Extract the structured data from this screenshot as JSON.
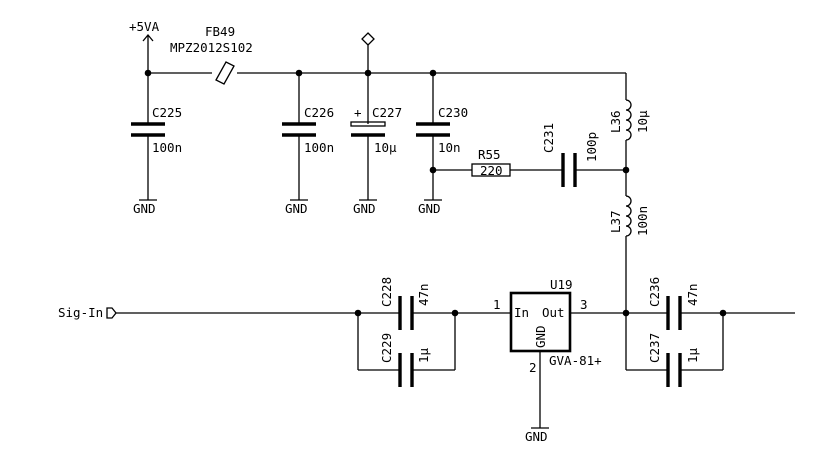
{
  "power": {
    "vcc": "+5VA",
    "gnd": "GND"
  },
  "ferrite": {
    "ref": "FB49",
    "value": "MPZ2012S102"
  },
  "capacitors": {
    "c225": {
      "ref": "C225",
      "value": "100n"
    },
    "c226": {
      "ref": "C226",
      "value": "100n"
    },
    "c227": {
      "ref": "C227",
      "value": "10µ",
      "polarity": "+"
    },
    "c230": {
      "ref": "C230",
      "value": "10n"
    },
    "c231": {
      "ref": "C231",
      "value": "100p"
    },
    "c228": {
      "ref": "C228",
      "value": "47n"
    },
    "c229": {
      "ref": "C229",
      "value": "1µ"
    },
    "c236": {
      "ref": "C236",
      "value": "47n"
    },
    "c237": {
      "ref": "C237",
      "value": "1µ"
    }
  },
  "resistor": {
    "ref": "R55",
    "value": "220"
  },
  "inductors": {
    "l36": {
      "ref": "L36",
      "value": "10µ"
    },
    "l37": {
      "ref": "L37",
      "value": "100n"
    }
  },
  "amp": {
    "ref": "U19",
    "value": "GVA-81+",
    "pin_in_num": "1",
    "pin_out_num": "3",
    "pin_gnd_num": "2",
    "pin_in": "In",
    "pin_out": "Out",
    "pin_gnd": "GND"
  },
  "signal": {
    "input_label": "Sig-In"
  }
}
